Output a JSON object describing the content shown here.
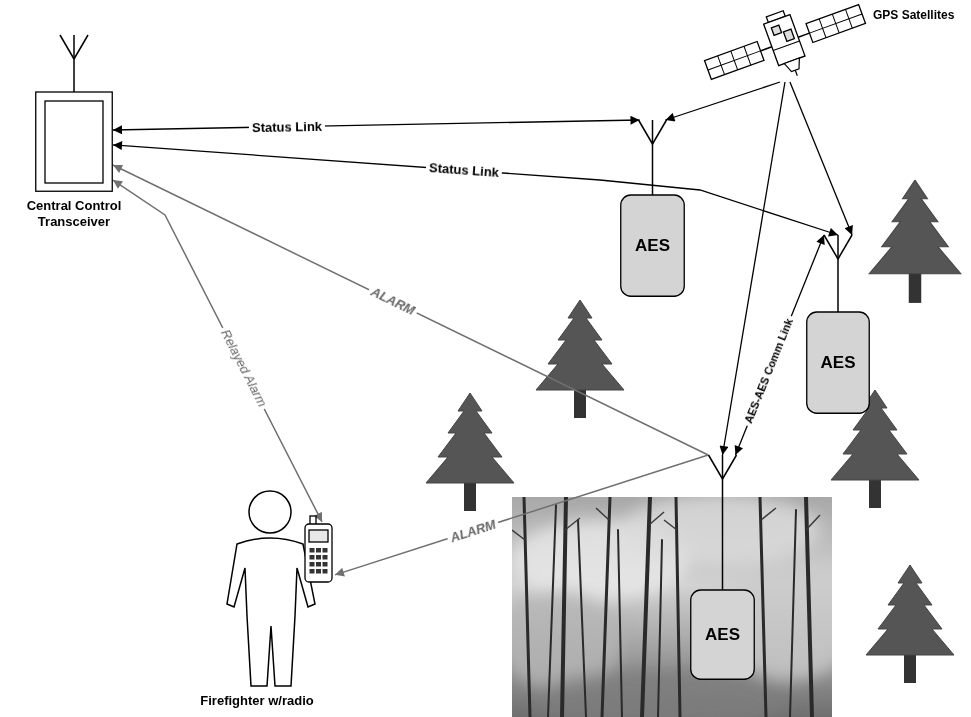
{
  "diagram": {
    "nodes": [
      {
        "text": [
          "GPS Satellites"
        ]
      },
      {
        "text": [
          "Central Control Transceiver"
        ]
      },
      {
        "text": [
          "AES"
        ]
      },
      {
        "text": [
          "AES"
        ]
      },
      {
        "text": [
          "AES"
        ]
      },
      {
        "text": [
          "Firefighter w/radio"
        ]
      }
    ],
    "edges": [
      {
        "from": 0,
        "to": 2,
        "arrow": "to"
      },
      {
        "from": 0,
        "to": 3,
        "arrow": "to"
      },
      {
        "from": 0,
        "to": 4,
        "arrow": "to"
      },
      {
        "from": 1,
        "to": 2,
        "label": "Status Link",
        "arrow": "both"
      },
      {
        "from": 1,
        "to": 3,
        "label": "Status Link",
        "arrow": "both"
      },
      {
        "from": 4,
        "to": 1,
        "label": "ALARM",
        "arrow": "to"
      },
      {
        "from": 4,
        "to": 5,
        "label": "ALARM",
        "arrow": "to"
      },
      {
        "from": 1,
        "to": 5,
        "label": "Relayed Alarm",
        "arrow": "both"
      },
      {
        "from": 3,
        "to": 4,
        "label": "AES-AES Comm Link",
        "arrow": "both"
      }
    ]
  }
}
